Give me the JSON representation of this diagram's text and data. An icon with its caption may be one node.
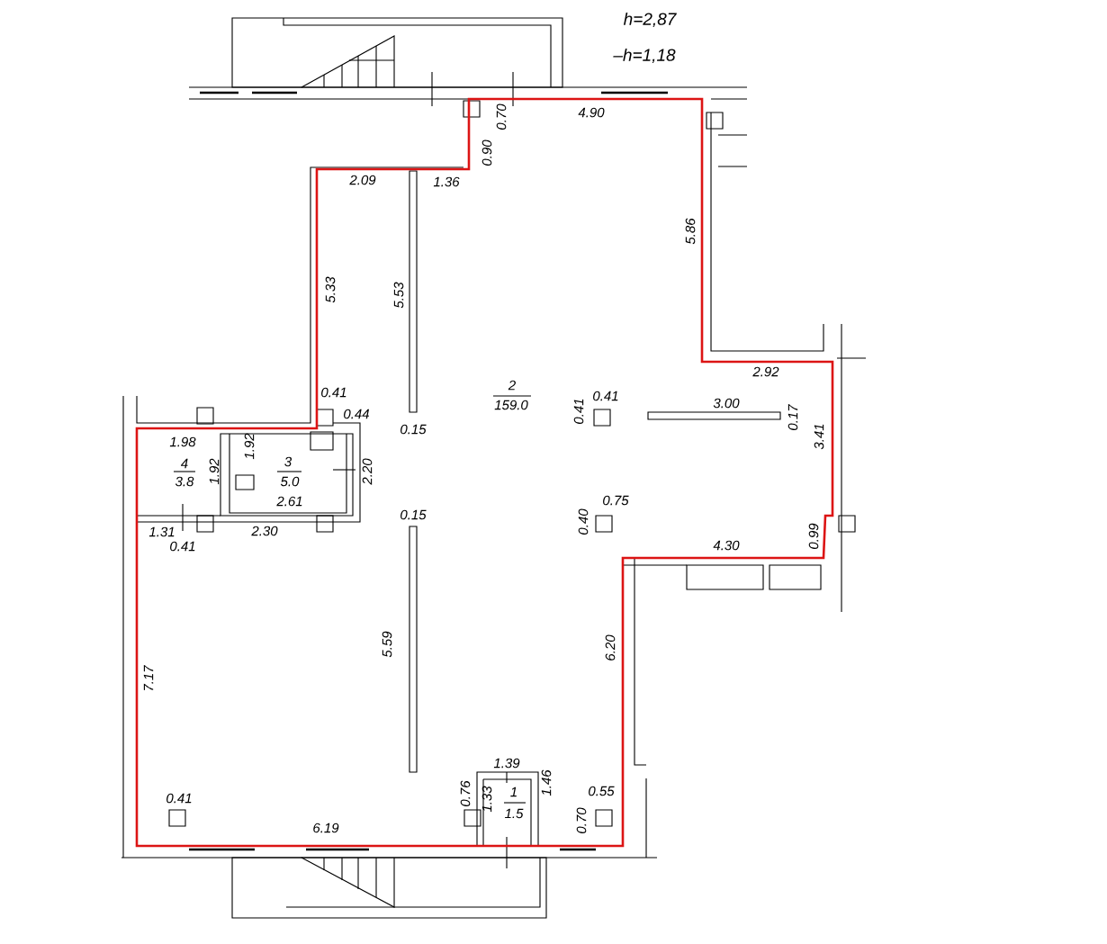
{
  "diagram": {
    "labels": [
      "h=2,87",
      "–h=1,18",
      "0.70",
      "4.90",
      "0.90",
      "2.09",
      "1.36",
      "5.86",
      "5.33",
      "5.53",
      "0.41",
      "2",
      "159.0",
      "0.41",
      "0.41",
      "2.92",
      "0.44",
      "3.00",
      "0.17",
      "0.15",
      "1.98",
      "1.92",
      "4",
      "3",
      "1.92",
      "2.20",
      "3.8",
      "5.0",
      "3.41",
      "2.61",
      "0.15",
      "0.40",
      "0.75",
      "1.31",
      "2.30",
      "0.41",
      "4.30",
      "0.99",
      "5.59",
      "6.20",
      "7.17",
      "1.39",
      "0.76",
      "1.33",
      "1",
      "0.41",
      "0.55",
      "1.46",
      "1.5",
      "0.70",
      "6.19"
    ]
  }
}
